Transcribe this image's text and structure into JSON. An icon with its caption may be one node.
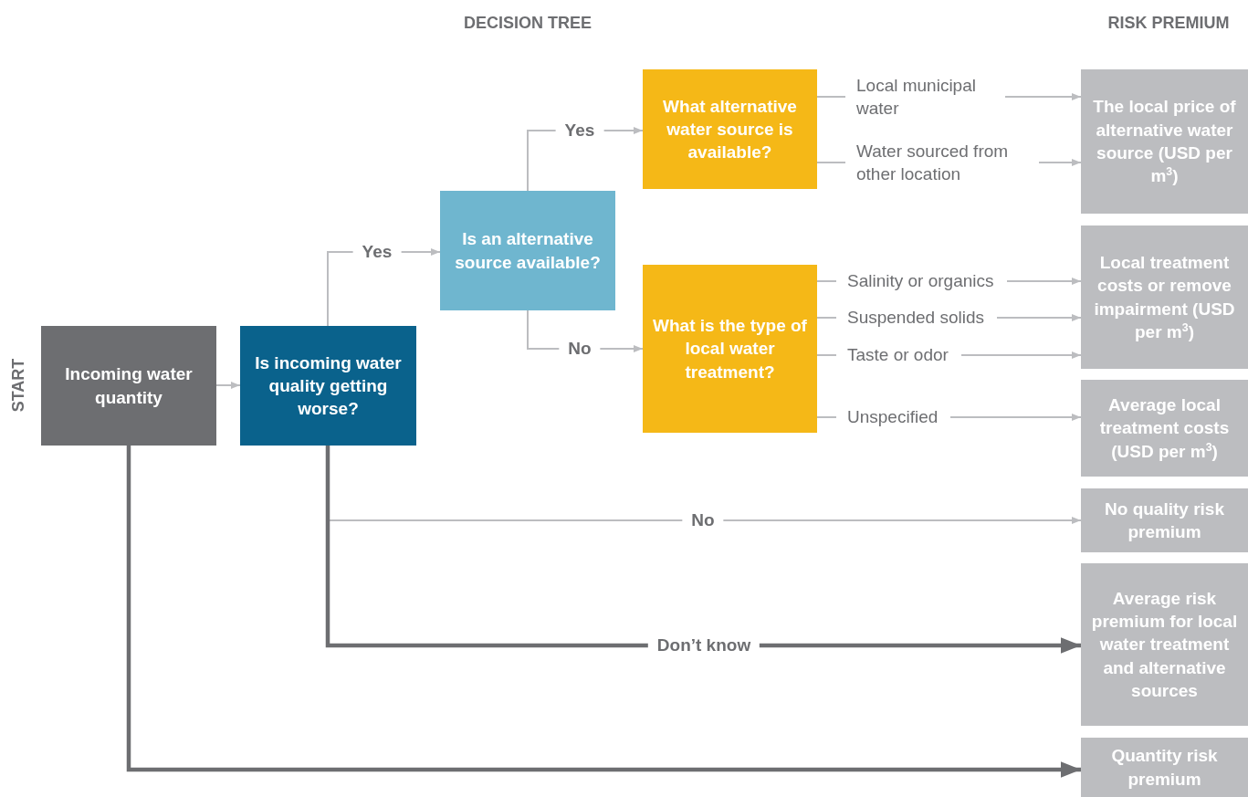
{
  "diagram": {
    "nodes": [
      {
        "text": [
          "Incoming water quantity"
        ]
      },
      {
        "text": [
          "Is incoming water quality getting worse?"
        ]
      },
      {
        "text": [
          "Is an alternative source available?"
        ]
      },
      {
        "text": [
          "What alternative water source is available?"
        ]
      },
      {
        "text": [
          "What is the type of local water treatment?"
        ]
      },
      {
        "text": [
          "Local municipal water"
        ]
      },
      {
        "text": [
          "Water sourced from other location"
        ]
      },
      {
        "text": [
          "Salinity or organics"
        ]
      },
      {
        "text": [
          "Suspended solids"
        ]
      },
      {
        "text": [
          "Taste or odor"
        ]
      },
      {
        "text": [
          "Unspecified"
        ]
      },
      {
        "text": [
          "The local price of alternative water source (USD per m$^{3}$)"
        ]
      },
      {
        "text": [
          "Local treatment costs or remove impairment (USD per m$^{3}$)"
        ]
      },
      {
        "text": [
          "Average local treatment costs (USD per m$^{3}$)"
        ]
      },
      {
        "text": [
          "No quality risk premium"
        ]
      },
      {
        "text": [
          "Average risk premium for local water treatment and alternative sources"
        ]
      },
      {
        "text": [
          "Quantity risk premium"
        ]
      }
    ],
    "edges": [
      {
        "from": 0,
        "to": 1,
        "arrow": "to"
      },
      {
        "from": 1,
        "to": 2,
        "arrow": "to",
        "label": "Yes"
      },
      {
        "from": 2,
        "to": 3,
        "arrow": "to",
        "label": "Yes"
      },
      {
        "from": 2,
        "to": 4,
        "arrow": "to",
        "label": "No"
      },
      {
        "from": 3,
        "to": 5,
        "arrow": "none"
      },
      {
        "from": 3,
        "to": 6,
        "arrow": "none"
      },
      {
        "from": 4,
        "to": 7,
        "arrow": "none"
      },
      {
        "from": 4,
        "to": 8,
        "arrow": "none"
      },
      {
        "from": 4,
        "to": 9,
        "arrow": "none"
      },
      {
        "from": 4,
        "to": 10,
        "arrow": "none"
      },
      {
        "from": 5,
        "to": 11,
        "arrow": "to"
      },
      {
        "from": 6,
        "to": 11,
        "arrow": "to"
      },
      {
        "from": 7,
        "to": 12,
        "arrow": "to"
      },
      {
        "from": 8,
        "to": 12,
        "arrow": "to"
      },
      {
        "from": 9,
        "to": 12,
        "arrow": "to"
      },
      {
        "from": 10,
        "to": 13,
        "arrow": "to"
      },
      {
        "from": 1,
        "to": 14,
        "arrow": "to",
        "label": "No"
      },
      {
        "from": 1,
        "to": 15,
        "arrow": "to",
        "label": "Don’t know",
        "style": "thick",
        "color": "#6d6e71"
      },
      {
        "from": 0,
        "to": 16,
        "arrow": "to",
        "style": "thick",
        "color": "#6d6e71"
      }
    ],
    "labels": [
      "DECISION TREE",
      "RISK PREMIUM",
      "START"
    ]
  }
}
